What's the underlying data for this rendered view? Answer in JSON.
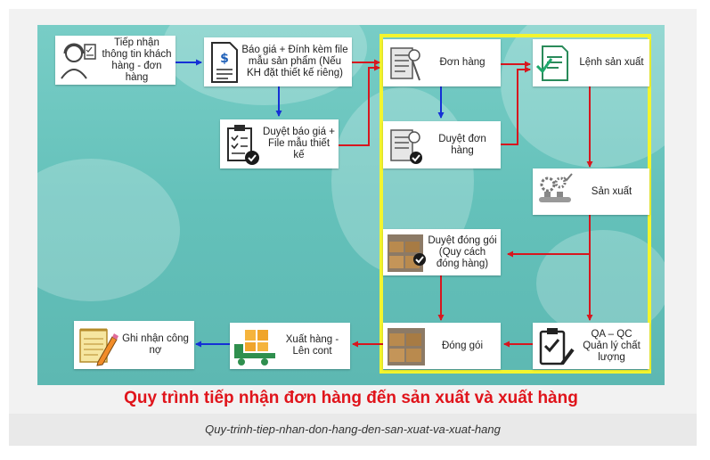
{
  "nodes": {
    "tiep_nhan": "Tiếp nhận thông tin khách hàng - đơn hàng",
    "bao_gia": "Báo giá + Đính kèm file mẫu sản phẩm (Nếu KH đặt thiết kế riêng)",
    "duyet_bao_gia": "Duyệt báo giá + File mẫu thiết kế",
    "don_hang": "Đơn hàng",
    "duyet_don_hang": "Duyệt đơn hàng",
    "lenh_san_xuat": "Lệnh sản xuất",
    "san_xuat": "Sản xuất",
    "duyet_dong_goi": "Duyệt đóng gói (Quy cách đóng hàng)",
    "dong_goi": "Đóng gói",
    "qa_qc": "QA – QC Quản lý chất lượng",
    "xuat_hang": "Xuất hàng - Lên cont",
    "ghi_nhan": "Ghi nhận công nợ"
  },
  "title": "Quy trình tiếp nhận đơn hàng đến sản xuất và xuất hàng",
  "caption": "Quy-trinh-tiep-nhan-don-hang-den-san-xuat-va-xuat-hang",
  "colors": {
    "red_arrow": "#d7161e",
    "blue_arrow": "#1530d6",
    "highlight": "#f3f52e",
    "title": "#e0141b",
    "map": "#6cc4bd"
  }
}
